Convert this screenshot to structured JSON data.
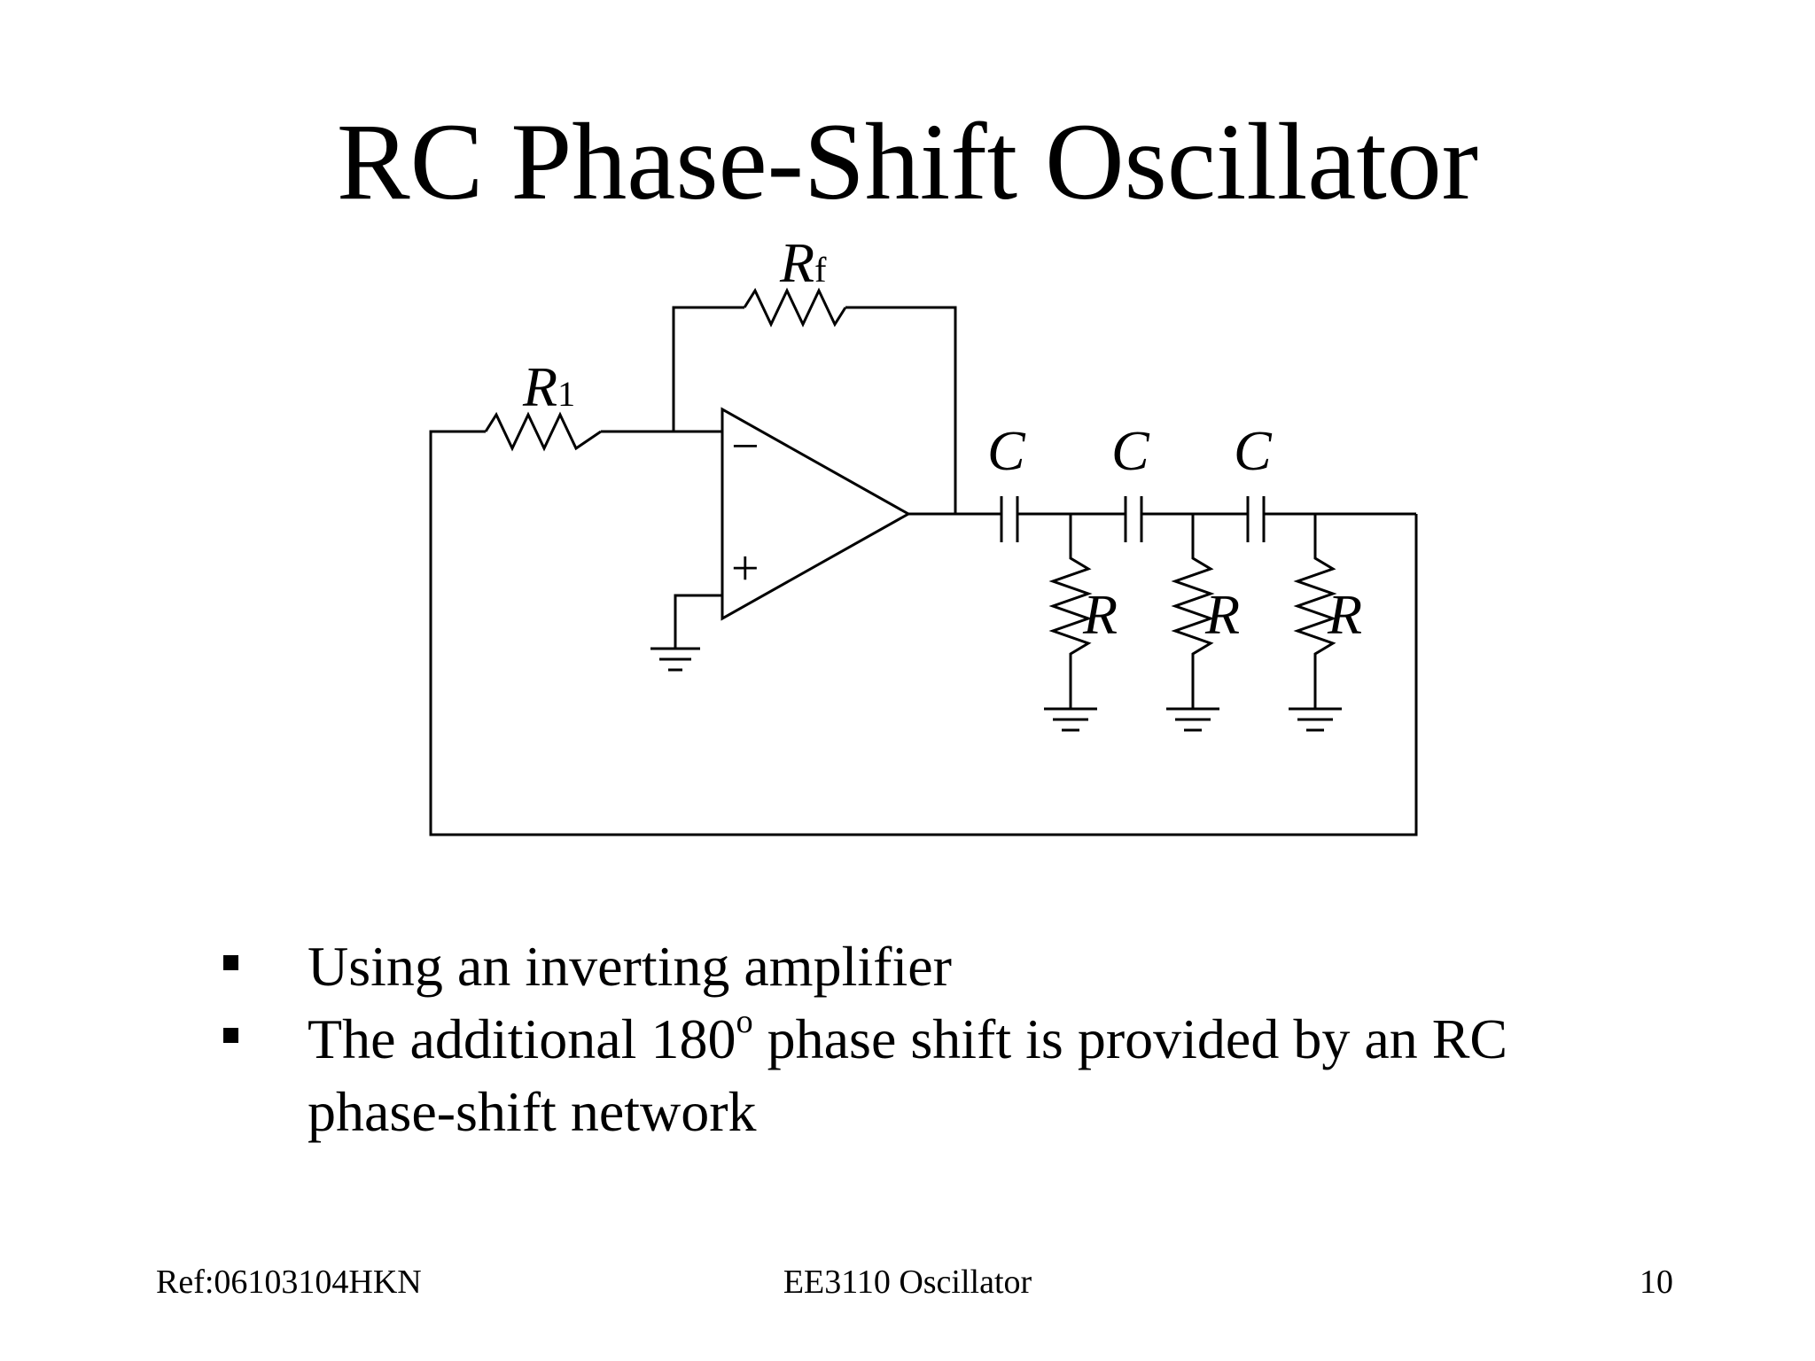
{
  "slide": {
    "title": "RC Phase-Shift Oscillator"
  },
  "circuit": {
    "labels": {
      "rf": "R",
      "rf_sub": "f",
      "r1": "R",
      "r1_sub": "1",
      "c1": "C",
      "c2": "C",
      "c3": "C",
      "r_a": "R",
      "r_b": "R",
      "r_c": "R",
      "minus": "−",
      "plus": "+"
    }
  },
  "bullets": [
    {
      "text": "Using an inverting amplifier"
    },
    {
      "text_before": "The additional 180",
      "superscript": "o",
      "text_after": " phase shift is provided by an RC phase-shift network"
    }
  ],
  "footer": {
    "ref": "Ref:06103104HKN",
    "course": "EE3110 Oscillator",
    "page": "10"
  }
}
